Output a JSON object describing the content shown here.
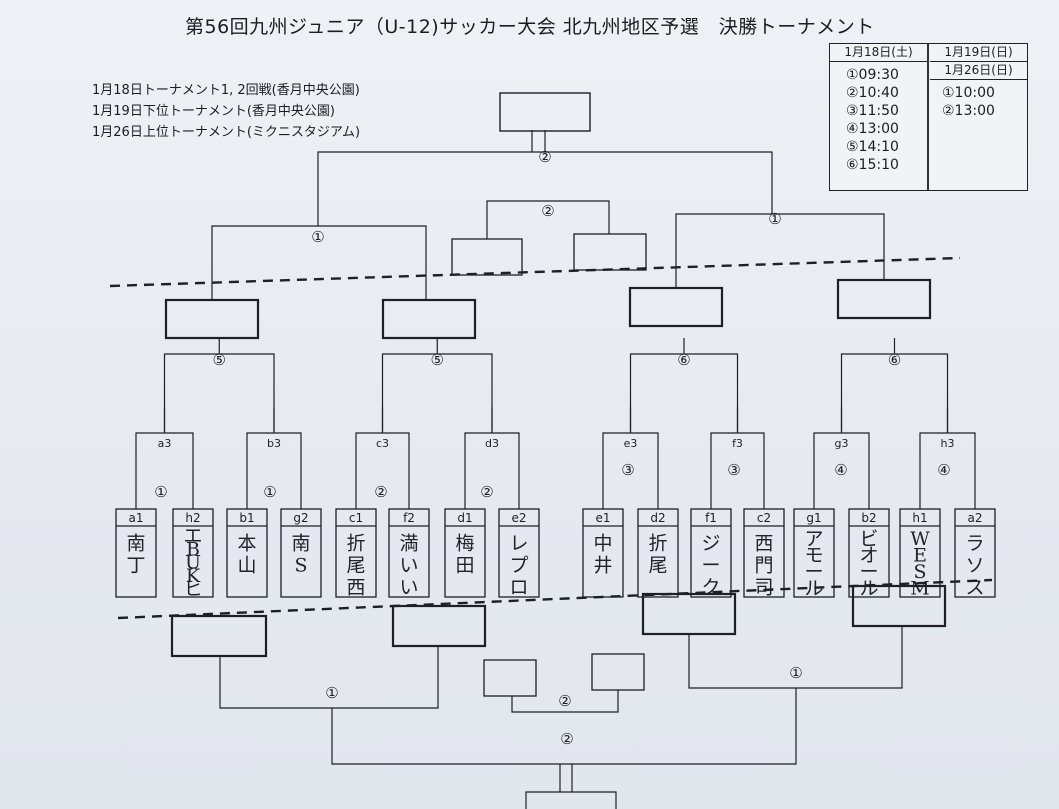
{
  "title": "第56回九州ジュニア（U-12)サッカー大会 北九州地区予選　決勝トーナメント",
  "notes": [
    "1月18日トーナメント1, 2回戦(香月中央公園)",
    "1月19日下位トーナメント(香月中央公園)",
    "1月26日上位トーナメント(ミクニスタジアム)"
  ],
  "schedule": {
    "col1_header": "1月18日(土)",
    "col2_header_a": "1月19日(日)",
    "col2_header_b": "1月26日(日)",
    "col1_slots": [
      "①09:30",
      "②10:40",
      "③11:50",
      "④13:00",
      "⑤14:10",
      "⑥15:10"
    ],
    "col2_slots": [
      "①10:00",
      "②13:00"
    ]
  },
  "teams": [
    {
      "code": "a1",
      "name": "南丁"
    },
    {
      "code": "h2",
      "name": "エBUKヒ"
    },
    {
      "code": "b1",
      "name": "本山"
    },
    {
      "code": "g2",
      "name": "南S"
    },
    {
      "code": "c1",
      "name": "折尾西"
    },
    {
      "code": "f2",
      "name": "満いい"
    },
    {
      "code": "d1",
      "name": "梅田"
    },
    {
      "code": "e2",
      "name": "レプロ"
    },
    {
      "code": "e1",
      "name": "中井"
    },
    {
      "code": "d2",
      "name": "折尾"
    },
    {
      "code": "f1",
      "name": "ジーク"
    },
    {
      "code": "c2",
      "name": "西門司"
    },
    {
      "code": "g1",
      "name": "アモール"
    },
    {
      "code": "b2",
      "name": "ビオール"
    },
    {
      "code": "h1",
      "name": "WESM"
    },
    {
      "code": "a2",
      "name": "ラソス"
    }
  ],
  "round1_marks": [
    "①",
    "①",
    "②",
    "②",
    "③",
    "③",
    "④",
    "④"
  ],
  "group_labels": [
    "a3",
    "b3",
    "c3",
    "d3",
    "e3",
    "f3",
    "g3",
    "h3"
  ],
  "round2_marks": [
    "⑤",
    "⑤",
    "⑥",
    "⑥"
  ],
  "upper_marks": {
    "semi_left": "①",
    "semi_right": "①",
    "final": "②",
    "third": "②"
  },
  "lower_marks": {
    "semi_left": "①",
    "semi_right": "①",
    "final": "②",
    "third": "②"
  }
}
